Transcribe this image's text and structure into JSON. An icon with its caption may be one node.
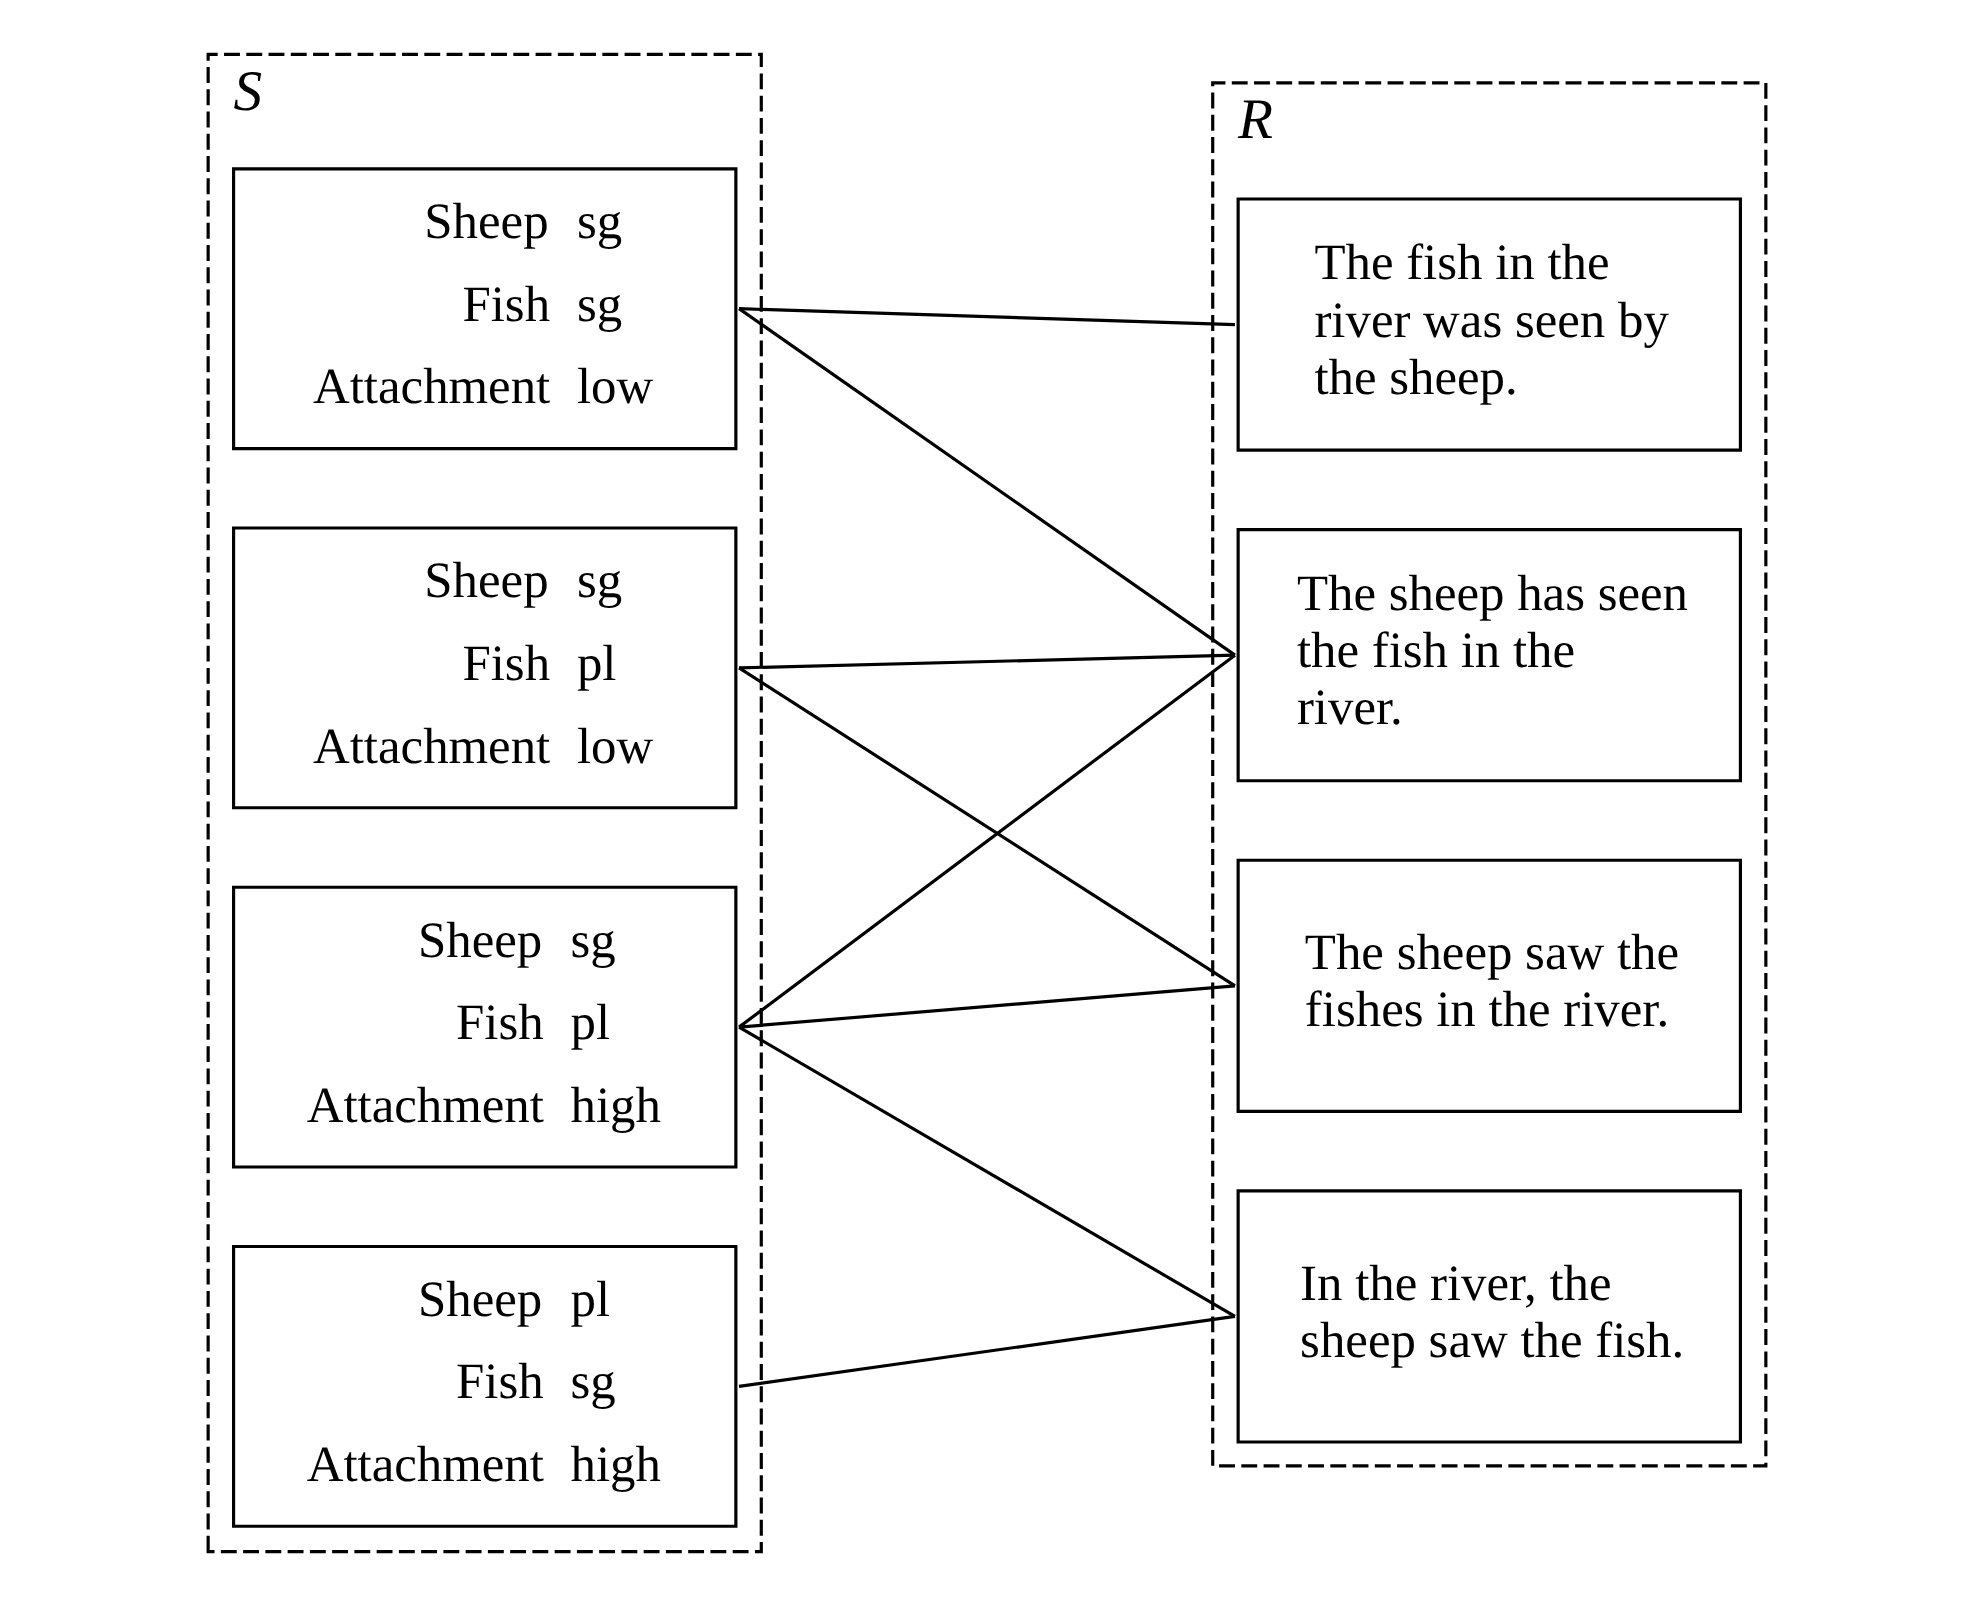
{
  "diagram": {
    "nodes": [
      {
        "text": [
          "S"
        ]
      },
      {
        "text": [
          "Sheep",
          "sg",
          "Fish",
          "sg",
          "Attachment",
          "low"
        ],
        "in": 0
      },
      {
        "text": [
          "Sheep",
          "sg",
          "Fish",
          "pl",
          "Attachment",
          "high"
        ],
        "in": 0
      },
      {
        "text": [
          "Sheep",
          "pl",
          "Fish",
          "sg",
          "Attachment",
          "high"
        ],
        "in": 0
      },
      {
        "text": [
          "Sheep",
          "sg",
          "Fish",
          "pl",
          "Attachment",
          "low"
        ],
        "in": 0
      },
      {
        "text": [
          "R"
        ]
      },
      {
        "text": [
          "The sheep has seen the fish in the river."
        ],
        "in": 5
      },
      {
        "text": [
          "The fish in the river was seen by the sheep."
        ],
        "in": 5
      },
      {
        "text": [
          "In the river, the sheep saw the fish."
        ],
        "in": 5
      },
      {
        "text": [
          "The sheep saw the fishes in the river."
        ],
        "in": 5
      }
    ],
    "edges": [
      {
        "from": 1,
        "to": 6,
        "arrow": "none"
      },
      {
        "from": 1,
        "to": 7,
        "arrow": "none"
      },
      {
        "from": 2,
        "to": 6,
        "arrow": "none"
      },
      {
        "from": 2,
        "to": 8,
        "arrow": "none"
      },
      {
        "from": 2,
        "to": 9,
        "arrow": "none"
      },
      {
        "from": 3,
        "to": 8,
        "arrow": "none"
      },
      {
        "from": 4,
        "to": 6,
        "arrow": "none"
      },
      {
        "from": 4,
        "to": 9,
        "arrow": "none"
      }
    ]
  }
}
